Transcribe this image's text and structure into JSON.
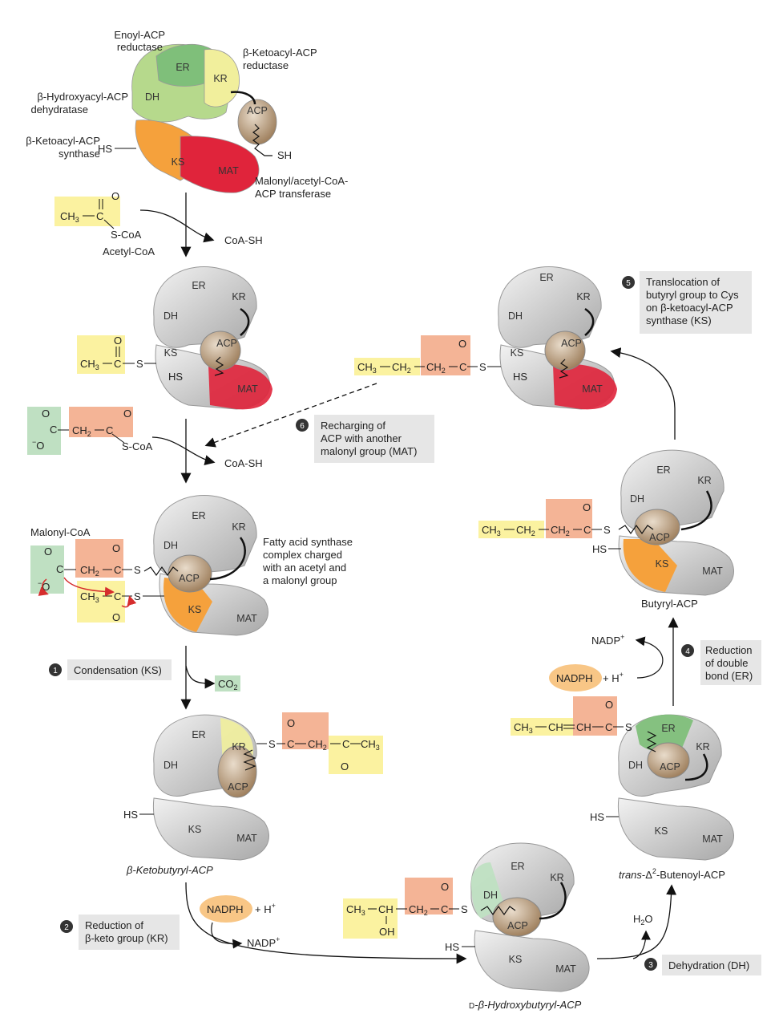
{
  "colors": {
    "er": "#7fbf7a",
    "kr": "#f1ef9c",
    "dh": "#b6d98c",
    "ks": "#f5a13c",
    "mat": "#e0243b",
    "acp": "#b89a7a",
    "gray": "#d2d2d2",
    "highlight_yellow": "#fbf2a0",
    "highlight_salmon": "#f4b496",
    "highlight_green": "#bfe0c2",
    "nadph_fill": "#f8c686",
    "step_box": "#e6e6e6",
    "red_arrow": "#d62d2d"
  },
  "domains": {
    "er": "ER",
    "kr": "KR",
    "dh": "DH",
    "ks": "KS",
    "mat": "MAT",
    "acp": "ACP",
    "sh": "SH",
    "hs": "HS"
  },
  "top_labels": {
    "enoyl": [
      "Enoyl-ACP",
      "reductase"
    ],
    "ketoacyl_reductase": [
      "β-Ketoacyl-ACP",
      "reductase"
    ],
    "hydroxyacyl": [
      "β-Hydroxyacyl-ACP",
      "dehydratase"
    ],
    "ketoacyl_synthase": [
      "β-Ketoacyl-ACP",
      "synthase"
    ],
    "malonyl_transferase": [
      "Malonyl/acetyl-CoA-",
      "ACP transferase"
    ]
  },
  "molecules": {
    "acetyl_coa": "Acetyl-CoA",
    "coa_sh": "CoA-SH",
    "s_coa": "S-CoA",
    "malonyl_coa": "Malonyl-CoA",
    "co2": "CO",
    "nadph": "NADPH",
    "h_plus": "+ H",
    "nadp_plus": "NADP",
    "h2o": "H",
    "ch3": "CH",
    "ch2": "CH",
    "ch": "CH",
    "c": "C",
    "o": "O",
    "s": "S",
    "oh": "OH",
    "minus_o": "O"
  },
  "steps": [
    {
      "num": "1",
      "label": "Condensation (KS)"
    },
    {
      "num": "2",
      "label": [
        "Reduction of",
        "β-keto group (KR)"
      ]
    },
    {
      "num": "3",
      "label": "Dehydration (DH)"
    },
    {
      "num": "4",
      "label": [
        "Reduction",
        "of double",
        "bond (ER)"
      ]
    },
    {
      "num": "5",
      "label": [
        "Translocation of",
        "butyryl group to Cys",
        "on β-ketoacyl-ACP",
        "synthase (KS)"
      ]
    },
    {
      "num": "6",
      "label": [
        "Recharging of",
        "ACP with another",
        "malonyl group (MAT)"
      ]
    }
  ],
  "notes": {
    "charged": [
      "Fatty acid synthase",
      "complex charged",
      "with an acetyl and",
      "a malonyl group"
    ]
  },
  "intermediates": {
    "ketobutyryl": "β-Ketobutyryl-ACP",
    "hydroxybutyryl_prefix": "D",
    "hydroxybutyryl": "-β-Hydroxybutyryl-ACP",
    "butenoyl_prefix": "trans",
    "butenoyl": "-Butenoyl-ACP",
    "butyryl": "Butyryl-ACP"
  }
}
